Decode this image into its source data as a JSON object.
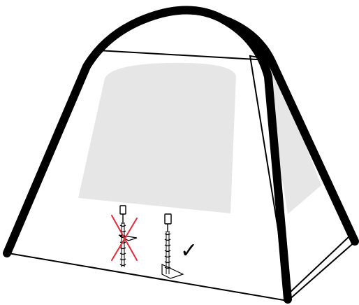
{
  "diagram": {
    "subject": "tent",
    "zipper_correct": {
      "mark_glyph": "✓",
      "state": "correct"
    },
    "zipper_incorrect": {
      "state": "incorrect"
    }
  },
  "colors": {
    "outline": "#000000",
    "tent_fabric": "#ffffff",
    "window": "#e6e6e6",
    "wrong_mark": "#e8293b"
  }
}
